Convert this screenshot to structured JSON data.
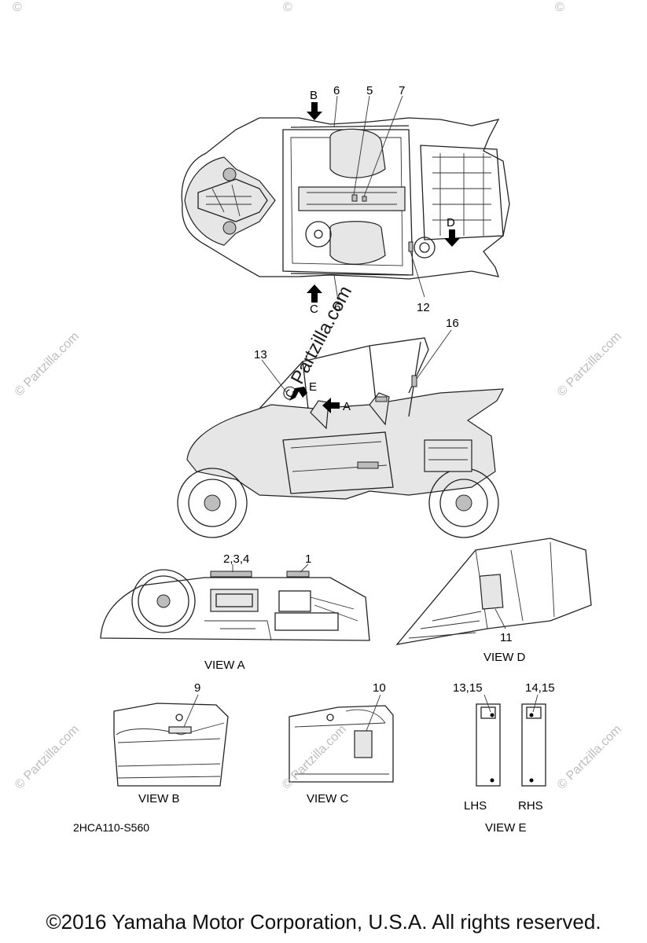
{
  "callouts": {
    "c1": "1",
    "c234": "2,3,4",
    "c5": "5",
    "c6_top": "6",
    "c6_bottom": "6",
    "c7": "7",
    "c9": "9",
    "c10": "10",
    "c11": "11",
    "c12": "12",
    "c13": "13",
    "c1315": "13,15",
    "c1415": "14,15",
    "c16": "16"
  },
  "arrows": {
    "a": "A",
    "b": "B",
    "c": "C",
    "d": "D",
    "e": "E"
  },
  "views": {
    "view_a": "VIEW A",
    "view_b": "VIEW B",
    "view_c": "VIEW C",
    "view_d": "VIEW D",
    "view_e": "VIEW E",
    "lhs": "LHS",
    "rhs": "RHS"
  },
  "diagram_code": "2HCA110-S560",
  "watermark": "© Partzilla.com",
  "copyright": "©2016  Yamaha Motor Corporation, U.S.A. All rights reserved."
}
